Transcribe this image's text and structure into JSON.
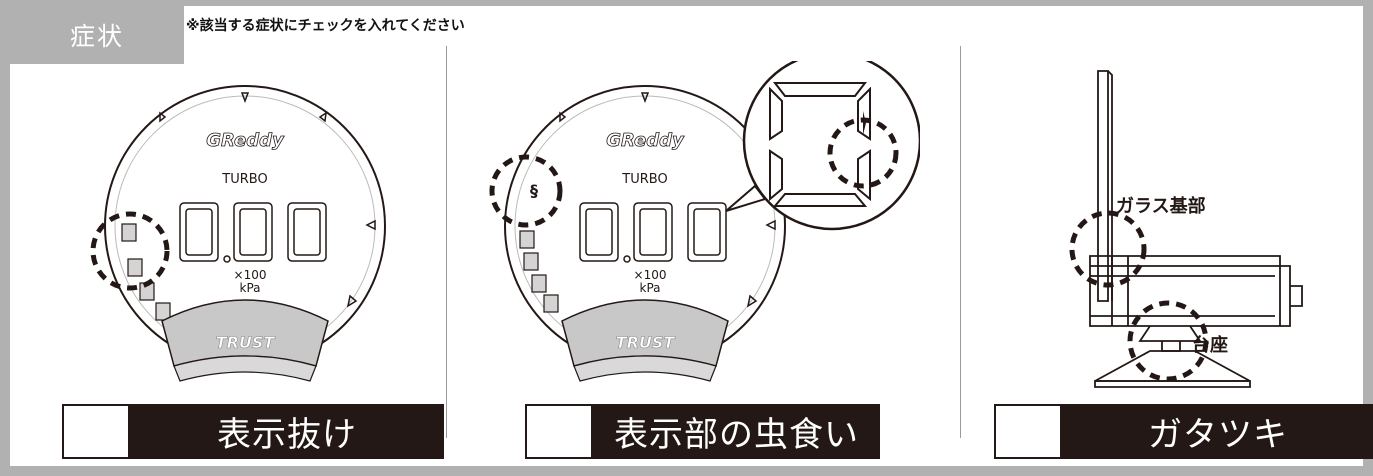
{
  "header": {
    "tab_label": "症状",
    "instruction": "※該当する症状にチェックを入れてください"
  },
  "gauge": {
    "logo": "GReddy",
    "mode": "TURBO",
    "reading": "0.00",
    "unit_line1": "×100",
    "unit_line2": "kPa",
    "base_logo": "TRUST"
  },
  "callouts": {
    "glass_base": "ガラス基部",
    "pedestal": "台座"
  },
  "options": [
    {
      "label": "表示抜け",
      "checked": false
    },
    {
      "label": "表示部の虫食い",
      "checked": false
    },
    {
      "label": "ガタツキ",
      "checked": false
    }
  ],
  "colors": {
    "frame": "#b1b1b1",
    "label_bg": "#231815",
    "line": "#231815",
    "base_fill": "#c8c8c8"
  }
}
